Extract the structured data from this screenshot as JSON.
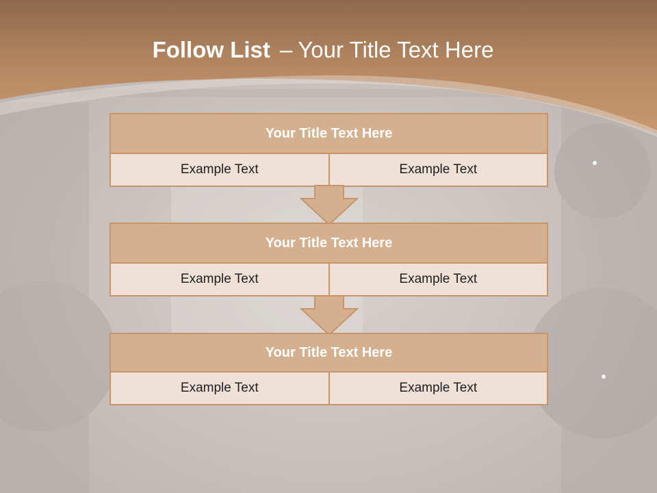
{
  "slide": {
    "title_bold": "Follow List",
    "title_separator": "–",
    "title_rest": "Your Title Text Here"
  },
  "blocks": [
    {
      "title": "Your Title Text Here",
      "cells": [
        "Example Text",
        "Example Text"
      ]
    },
    {
      "title": "Your Title Text Here",
      "cells": [
        "Example Text",
        "Example Text"
      ]
    },
    {
      "title": "Your Title Text Here",
      "cells": [
        "Example Text",
        "Example Text"
      ]
    }
  ],
  "colors": {
    "header_band": "#c39068",
    "block_title_fill": "#d5b08f",
    "block_cell_fill": "#f0e1d8",
    "block_border": "#c8956a",
    "background": "#c9c3bf"
  }
}
